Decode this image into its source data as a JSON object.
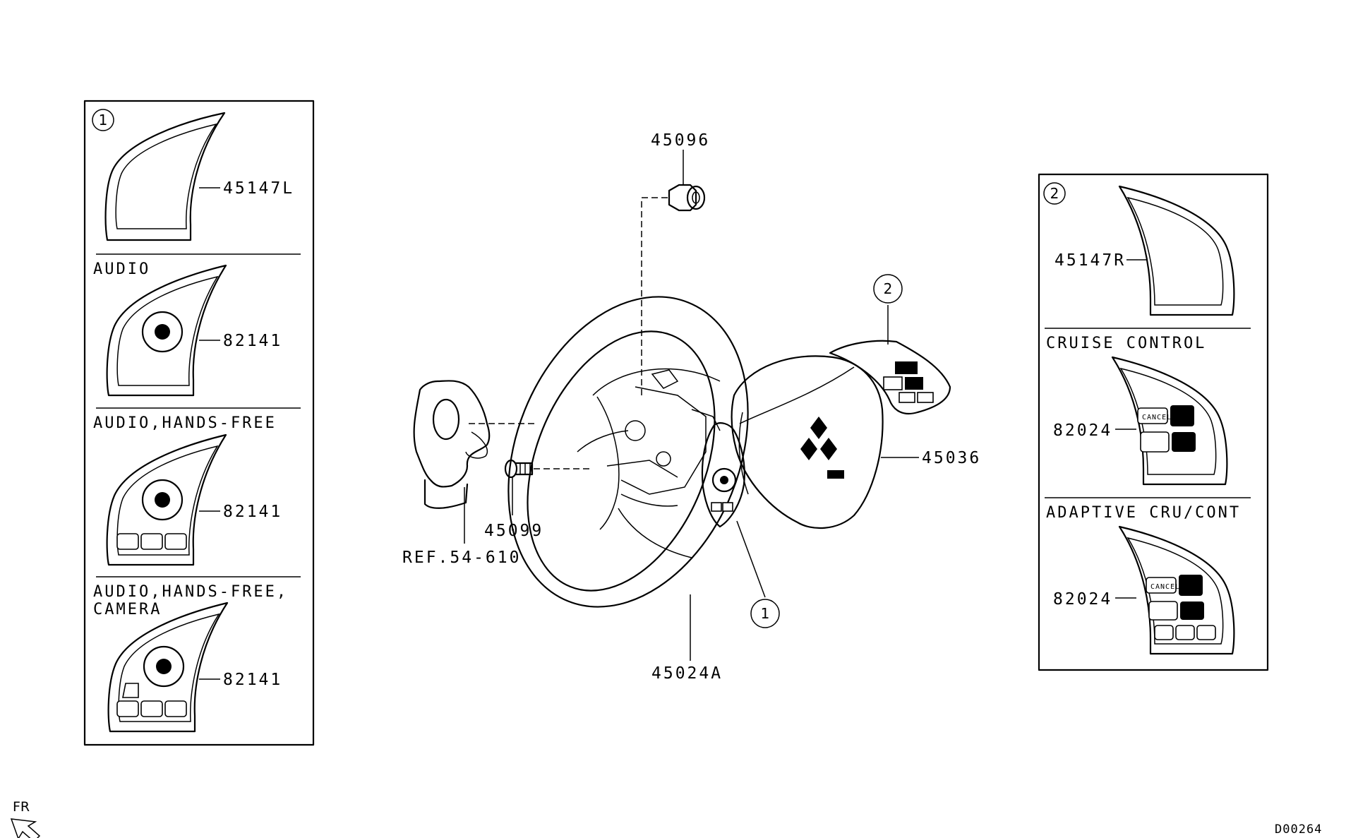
{
  "labels": {
    "p45096": "45096",
    "p45147L": "45147L",
    "p45147R": "45147R",
    "p82141_a": "82141",
    "p82141_b": "82141",
    "p82141_c": "82141",
    "p82024_a": "82024",
    "p82024_b": "82024",
    "p45036": "45036",
    "p45099": "45099",
    "ref": "REF.54-610",
    "p45024A": "45024A"
  },
  "left_panel": {
    "callout": "1",
    "audio": "AUDIO",
    "audio_hf": "AUDIO,HANDS-FREE",
    "audio_hf_cam_1": "AUDIO,HANDS-FREE,",
    "audio_hf_cam_2": "CAMERA"
  },
  "right_panel": {
    "callout": "2",
    "cruise": "CRUISE CONTROL",
    "adaptive": "ADAPTIVE CRU/CONT"
  },
  "main_callouts": {
    "one": "1",
    "two": "2"
  },
  "footer": {
    "direction": "FR",
    "code": "D00264"
  }
}
